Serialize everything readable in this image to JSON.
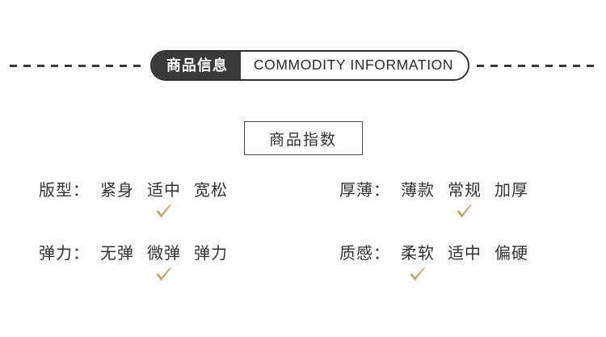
{
  "banner": {
    "cn_title": "商品信息",
    "en_title": "COMMODITY  INFORMATION",
    "dash_color": "#3a3a3a",
    "pill_dark_bg": "#3a3a3a",
    "pill_border": "#2f2f2f"
  },
  "section": {
    "title": "商品指数",
    "border_color": "#4a4a4a"
  },
  "check_color": "#c9a26d",
  "attributes": [
    {
      "label": "版型：",
      "options": [
        "紧身",
        "适中",
        "宽松"
      ],
      "selected_index": 1
    },
    {
      "label": "厚薄：",
      "options": [
        "薄款",
        "常规",
        "加厚"
      ],
      "selected_index": 1
    },
    {
      "label": "弹力：",
      "options": [
        "无弹",
        "微弹",
        "弹力"
      ],
      "selected_index": 1
    },
    {
      "label": "质感：",
      "options": [
        "柔软",
        "适中",
        "偏硬"
      ],
      "selected_index": 0
    }
  ]
}
